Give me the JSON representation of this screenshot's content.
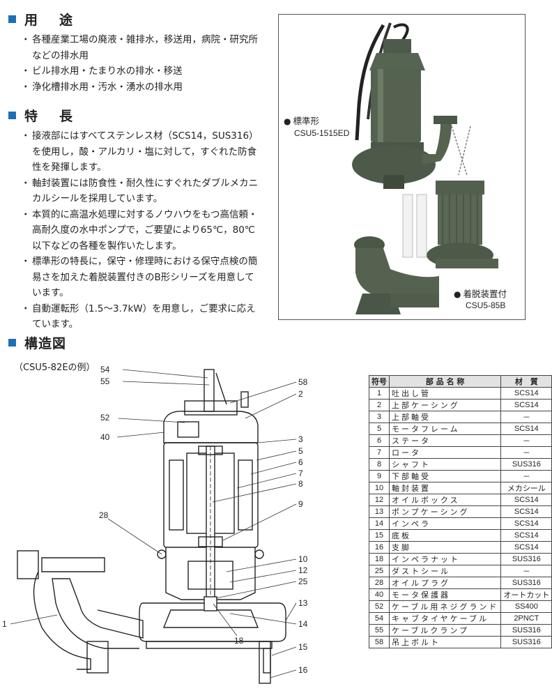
{
  "uses": {
    "heading": "用　途",
    "items": [
      "各種産業工場の廃液・雑排水，移送用，病院・研究所などの排水用",
      "ビル排水用・たまり水の排水・移送",
      "浄化槽排水用・汚水・湧水の排水用"
    ]
  },
  "features": {
    "heading": "特　長",
    "items": [
      "接液部にはすべてステンレス材（SCS14，SUS316）を使用し，酸・アルカリ・塩に対して，すぐれた防食性を発揮します。",
      "軸封装置には防食性・耐久性にすぐれたダブルメカニカルシールを採用しています。",
      "本質的に高温水処理に対するノウハウをもつ高信頼・高耐久度の水中ポンプで，ご要望により65℃，80℃以下などの各種を製作いたします。",
      "標準形の特長に，保守・修理時における保守点検の簡易さを加えた着脱装置付きのB形シリーズを用意しています。",
      "自動運転形（1.5～3.7kW）を用意し，ご要求に応えています。"
    ]
  },
  "photo": {
    "label1": "標準形",
    "model1": "CSU5-1515ED",
    "label2": "着脱装置付",
    "model2": "CSU5-85B"
  },
  "structure": {
    "heading": "構造図",
    "example": "（CSU5-82Eの例）",
    "callouts": [
      "54",
      "55",
      "58",
      "2",
      "52",
      "40",
      "3",
      "5",
      "6",
      "7",
      "8",
      "9",
      "28",
      "10",
      "12",
      "25",
      "13",
      "1",
      "14",
      "18",
      "15",
      "16"
    ]
  },
  "parts_table": {
    "headers": [
      "符号",
      "部 品 名 称",
      "材　質"
    ],
    "rows": [
      {
        "no": "1",
        "name": "吐出し管",
        "mat": "SCS14"
      },
      {
        "no": "2",
        "name": "上部ケーシング",
        "mat": "SCS14"
      },
      {
        "no": "3",
        "name": "上部軸受",
        "mat": "－"
      },
      {
        "no": "5",
        "name": "モータフレーム",
        "mat": "SCS14"
      },
      {
        "no": "6",
        "name": "ステータ",
        "mat": "－"
      },
      {
        "no": "7",
        "name": "ロータ",
        "mat": "－"
      },
      {
        "no": "8",
        "name": "シャフト",
        "mat": "SUS316"
      },
      {
        "no": "9",
        "name": "下部軸受",
        "mat": "－"
      },
      {
        "no": "10",
        "name": "軸封装置",
        "mat": "メカシール"
      },
      {
        "no": "12",
        "name": "オイルボックス",
        "mat": "SCS14"
      },
      {
        "no": "13",
        "name": "ポンプケーシング",
        "mat": "SCS14"
      },
      {
        "no": "14",
        "name": "インペラ",
        "mat": "SCS14"
      },
      {
        "no": "15",
        "name": "底板",
        "mat": "SCS14"
      },
      {
        "no": "16",
        "name": "支脚",
        "mat": "SCS14"
      },
      {
        "no": "18",
        "name": "インペラナット",
        "mat": "SUS316"
      },
      {
        "no": "25",
        "name": "ダストシール",
        "mat": "－"
      },
      {
        "no": "28",
        "name": "オイルプラグ",
        "mat": "SUS316"
      },
      {
        "no": "40",
        "name": "モータ保護器",
        "mat": "オートカット"
      },
      {
        "no": "52",
        "name": "ケーブル用ネジグランド",
        "mat": "SS400"
      },
      {
        "no": "54",
        "name": "キャブタイヤケーブル",
        "mat": "2PNCT"
      },
      {
        "no": "55",
        "name": "ケーブルクランプ",
        "mat": "SUS316"
      },
      {
        "no": "58",
        "name": "吊上ボルト",
        "mat": "SUS316"
      }
    ]
  }
}
